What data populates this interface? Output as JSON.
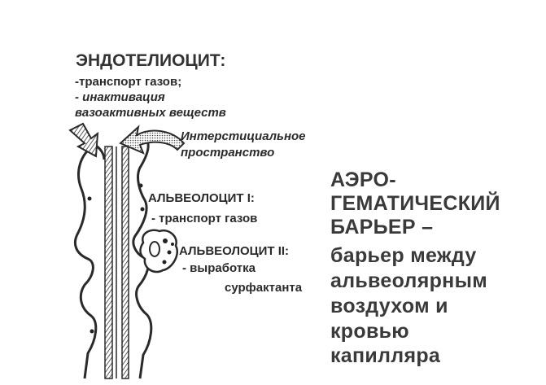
{
  "endothelio": {
    "title": "ЭНДОТЕЛИОЦИТ:",
    "line1": "-транспорт газов;",
    "line2": "- инактивация",
    "line3": "вазоактивных веществ"
  },
  "interstitial": {
    "line1": "Интерстициальное",
    "line2": "пространство"
  },
  "alv1": {
    "title": "АЛЬВЕОЛОЦИТ I:",
    "line1": "- транспорт газов"
  },
  "alv2": {
    "title": "АЛЬВЕОЛОЦИТ II:",
    "line1": "- выработка",
    "line2": "сурфактанта"
  },
  "barrier": {
    "l1": "АЭРО-",
    "l2": "ГЕМАТИЧЕСКИЙ",
    "l3": "БАРЬЕР –",
    "l4": "барьер между",
    "l5": "альвеолярным",
    "l6": "воздухом и",
    "l7": "кровью",
    "l8": "капилляра"
  }
}
